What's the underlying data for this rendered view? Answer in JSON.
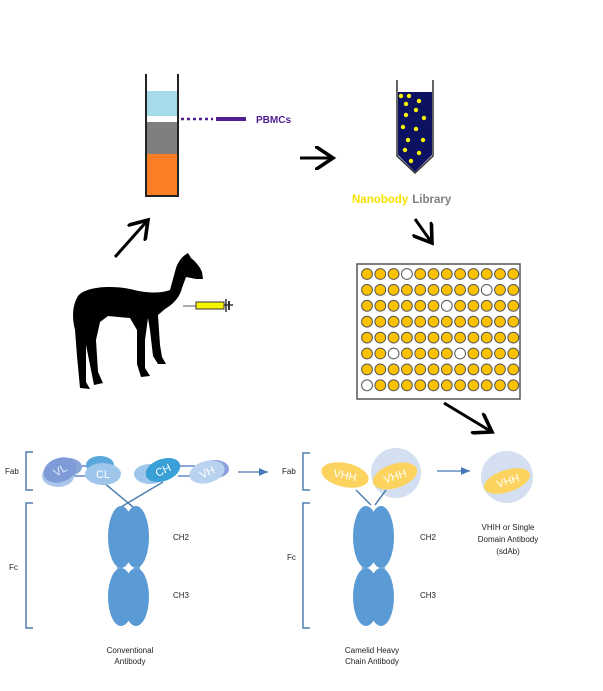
{
  "colors": {
    "plasma": "#a6dcea",
    "gray_layer": "#7f7f7f",
    "red_cells": "#fb7d24",
    "pbmc": "#4f1f91",
    "library_tube": "#0c1162",
    "dot_yellow": "#f8f400",
    "well_filled": "#fcc100",
    "nanobody_text": "#f6e200",
    "library_text": "#808080",
    "domain_dark": "#5b9bd5",
    "vhh": "#fbd35e",
    "sdab_circle": "#d4dff1",
    "blue_arrow": "#4677b7"
  },
  "top": {
    "pbmc_label": "PBMCs",
    "library_label_1": "Nanobody",
    "library_label_2": "Library"
  },
  "plate": {
    "rows": 8,
    "cols": 12,
    "empty_wells": [
      [
        0,
        3
      ],
      [
        1,
        9
      ],
      [
        2,
        6
      ],
      [
        5,
        2
      ],
      [
        5,
        7
      ],
      [
        7,
        0
      ]
    ]
  },
  "conventional": {
    "fab_label": "Fab",
    "fc_label": "Fc",
    "domains": [
      "VL",
      "CL",
      "CH",
      "VH"
    ],
    "ch2_label": "CH2",
    "ch3_label": "CH3",
    "caption_line1": "Conventional",
    "caption_line2": "Antibody"
  },
  "camelid": {
    "fab_label": "Fab",
    "fc_label": "Fc",
    "domains": [
      "VHH",
      "VHH"
    ],
    "ch2_label": "CH2",
    "ch3_label": "CH3",
    "caption_line1": "Camelid Heavy",
    "caption_line2": "Chain Antibody"
  },
  "sdab": {
    "domain": "VHH",
    "caption_line1": "VHIH or Single",
    "caption_line2": "Domain Antibody",
    "caption_line3": "(sdAb)"
  }
}
